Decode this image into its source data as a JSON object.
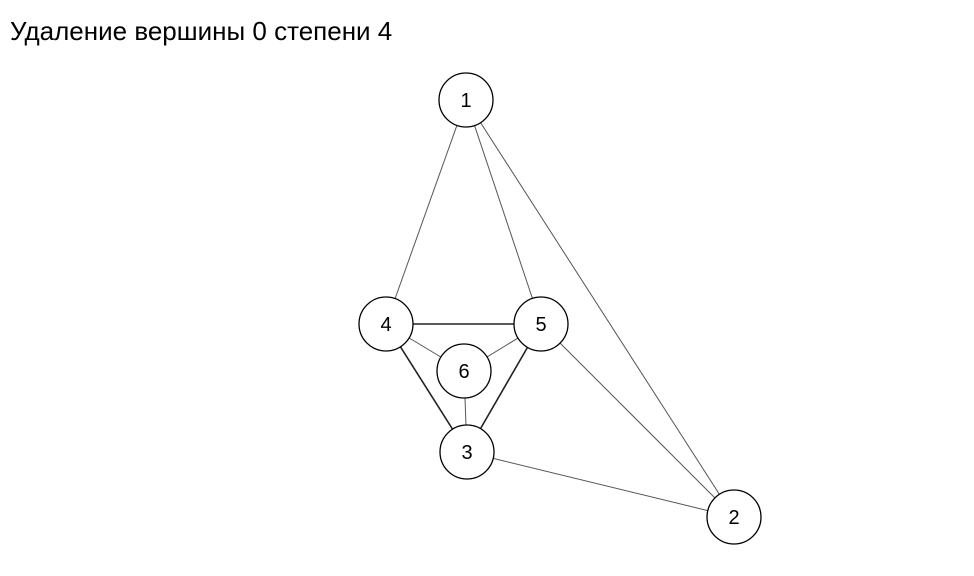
{
  "diagram": {
    "title": "Удаление вершины 0 степени 4",
    "nodes": [
      {
        "id": "1",
        "label": "1"
      },
      {
        "id": "2",
        "label": "2"
      },
      {
        "id": "3",
        "label": "3"
      },
      {
        "id": "4",
        "label": "4"
      },
      {
        "id": "5",
        "label": "5"
      },
      {
        "id": "6",
        "label": "6"
      }
    ],
    "edges": [
      {
        "from": "1",
        "to": "4",
        "weight": "thin"
      },
      {
        "from": "1",
        "to": "5",
        "weight": "thin"
      },
      {
        "from": "1",
        "to": "2",
        "weight": "thin"
      },
      {
        "from": "4",
        "to": "5",
        "weight": "thick"
      },
      {
        "from": "4",
        "to": "3",
        "weight": "thick"
      },
      {
        "from": "5",
        "to": "3",
        "weight": "thick"
      },
      {
        "from": "4",
        "to": "6",
        "weight": "thin"
      },
      {
        "from": "5",
        "to": "6",
        "weight": "thin"
      },
      {
        "from": "6",
        "to": "3",
        "weight": "thin"
      },
      {
        "from": "5",
        "to": "2",
        "weight": "thin"
      },
      {
        "from": "3",
        "to": "2",
        "weight": "thin"
      }
    ]
  }
}
